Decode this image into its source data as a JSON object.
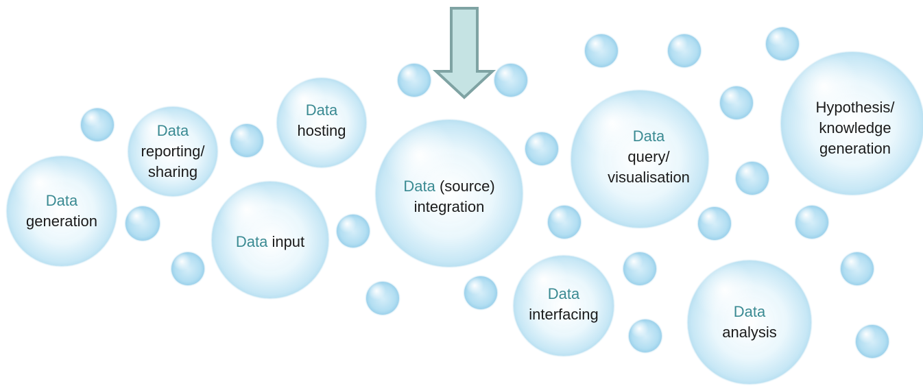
{
  "colors": {
    "data_word": "#3a8a92",
    "text": "#1a1a1a",
    "arrow_fill": "#c5e3e3",
    "arrow_stroke": "#7fa3a3",
    "bubble": "#bfe3f3"
  },
  "nodes": [
    {
      "id": "generation",
      "lines": [
        {
          "lead": "Data",
          "rest": ""
        },
        {
          "lead": "",
          "rest": "generation"
        }
      ]
    },
    {
      "id": "reporting",
      "lines": [
        {
          "lead": "Data",
          "rest": ""
        },
        {
          "lead": "",
          "rest": "reporting/"
        },
        {
          "lead": "",
          "rest": "sharing"
        }
      ]
    },
    {
      "id": "hosting",
      "lines": [
        {
          "lead": "Data",
          "rest": ""
        },
        {
          "lead": "",
          "rest": "hosting"
        }
      ]
    },
    {
      "id": "input",
      "lines": [
        {
          "lead": "Data",
          "rest": " input"
        }
      ]
    },
    {
      "id": "integration",
      "lines": [
        {
          "lead": "Data",
          "rest": " (source)"
        },
        {
          "lead": "",
          "rest": "integration"
        }
      ]
    },
    {
      "id": "query",
      "lines": [
        {
          "lead": "Data",
          "rest": ""
        },
        {
          "lead": "",
          "rest": "query/"
        },
        {
          "lead": "",
          "rest": "visualisation"
        }
      ]
    },
    {
      "id": "interfacing",
      "lines": [
        {
          "lead": "Data",
          "rest": ""
        },
        {
          "lead": "",
          "rest": "interfacing"
        }
      ]
    },
    {
      "id": "analysis",
      "lines": [
        {
          "lead": "Data",
          "rest": ""
        },
        {
          "lead": "",
          "rest": "analysis"
        }
      ]
    },
    {
      "id": "hypothesis",
      "lines": [
        {
          "lead": "",
          "rest": "Hypothesis/"
        },
        {
          "lead": "",
          "rest": "knowledge"
        },
        {
          "lead": "",
          "rest": "generation"
        }
      ]
    }
  ]
}
